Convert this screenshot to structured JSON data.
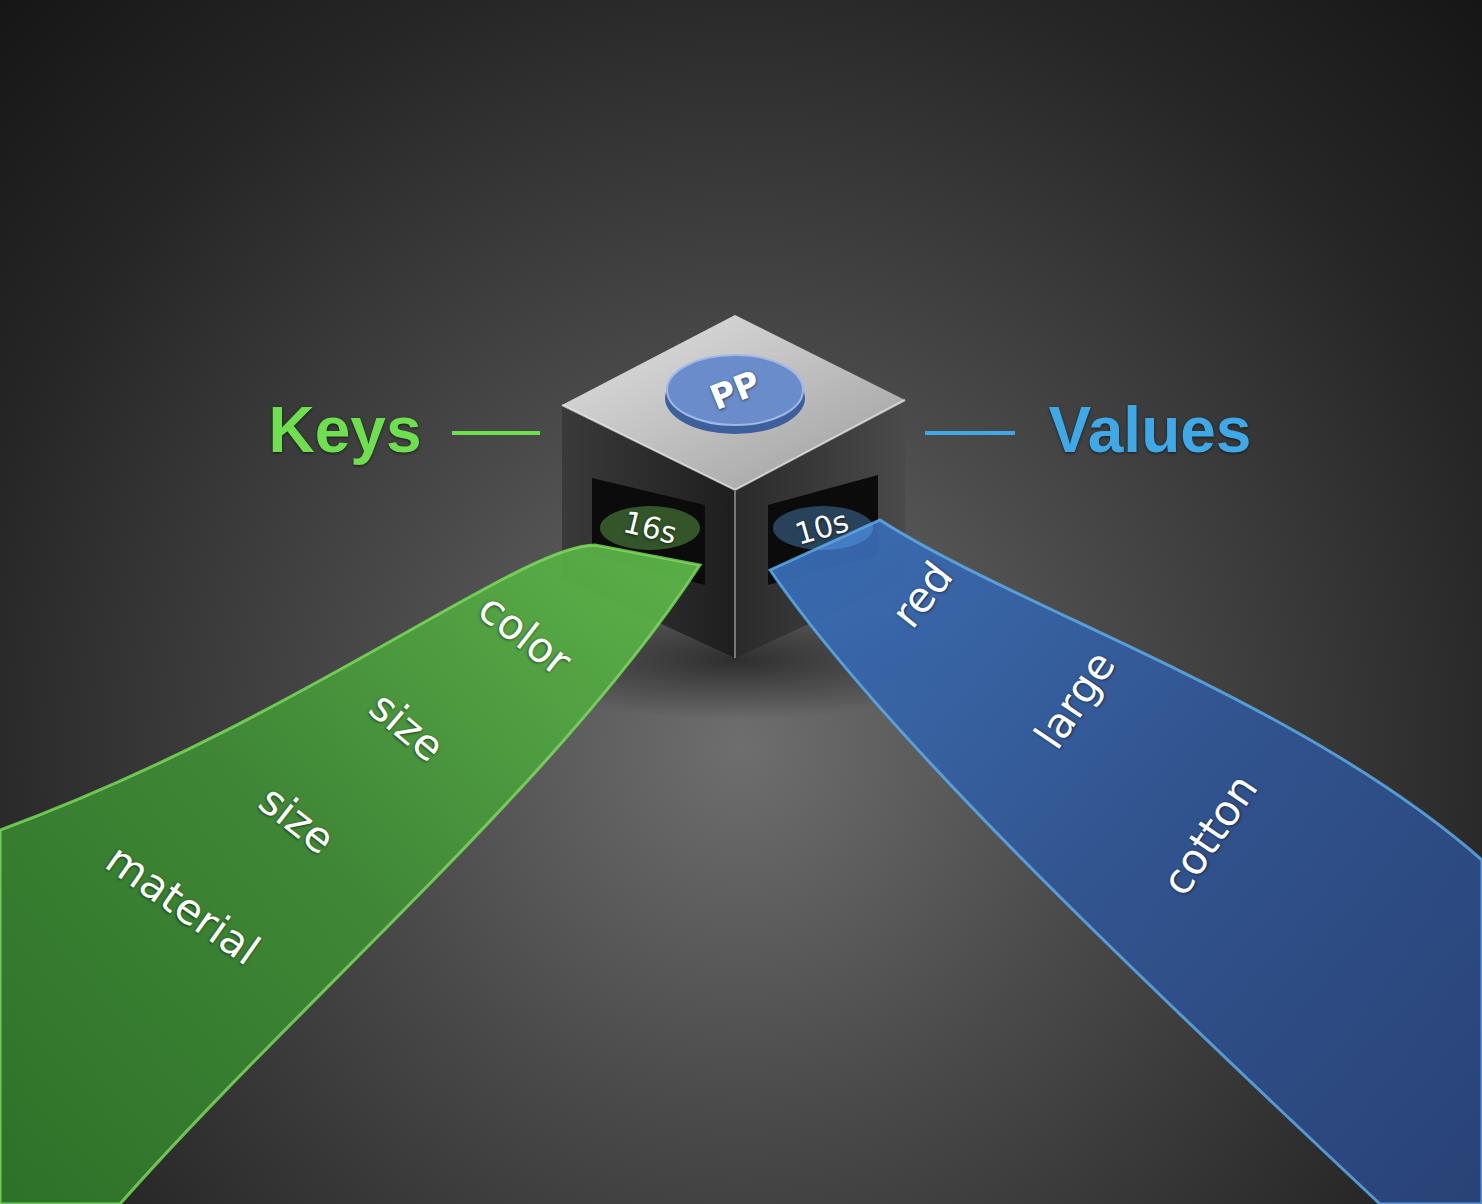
{
  "diagram": {
    "nodes": [
      {
        "text": [
          "PP"
        ]
      },
      {
        "text": [
          "16s"
        ],
        "in": 0
      },
      {
        "text": [
          "10s"
        ],
        "in": 0
      },
      {
        "text": [
          "color",
          "size",
          "size",
          "material"
        ]
      },
      {
        "text": [
          "red",
          "large",
          "cotton"
        ]
      }
    ],
    "labels": [
      "Keys",
      "Values"
    ]
  }
}
